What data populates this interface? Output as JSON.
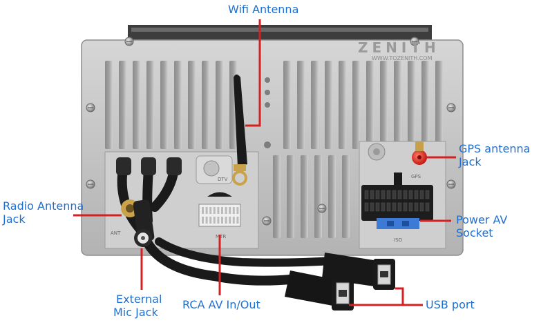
{
  "watermark": {
    "brand": "ZENITH",
    "url": "WWW.TOZENITH.COM"
  },
  "labels": {
    "wifi_antenna": "Wifi Antenna",
    "gps_antenna_line1": "GPS antenna",
    "gps_antenna_line2": "Jack",
    "radio_antenna_line1": "Radio Antenna",
    "radio_antenna_line2": "Jack",
    "power_av_line1": "Power AV",
    "power_av_line2": "Socket",
    "external_mic_line1": "External",
    "external_mic_line2": "Mic Jack",
    "rca_av": "RCA AV In/Out",
    "usb_port": "USB port"
  },
  "panel_marks": {
    "gps": "GPS",
    "dtv": "DTV",
    "ant": "ANT",
    "mtr": "MTR",
    "iso": "ISO"
  },
  "colors": {
    "label_blue": "#1f6fd1",
    "pointer_red": "#d42020",
    "housing_silver": "#c9c9c9",
    "cable_black": "#1a1a1a"
  }
}
